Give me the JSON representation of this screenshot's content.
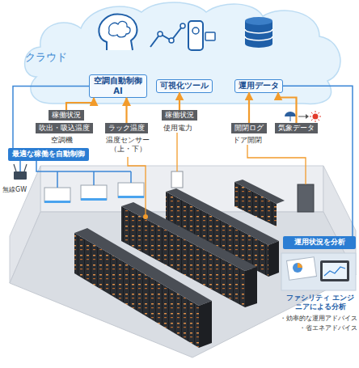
{
  "diagram": {
    "nodes": [
      {
        "text": [
          "クラウド"
        ]
      },
      {
        "text": [
          "空調自動制御 AI"
        ],
        "in": 0
      },
      {
        "text": [
          "可視化ツール"
        ],
        "in": 0
      },
      {
        "text": [
          "運用データ"
        ],
        "in": 0
      },
      {
        "text": [
          "稼働状況"
        ]
      },
      {
        "text": [
          "吹出・吸込温度"
        ]
      },
      {
        "text": [
          "ラック温度"
        ]
      },
      {
        "text": [
          "稼働状況"
        ]
      },
      {
        "text": [
          "開閉ログ"
        ]
      },
      {
        "text": [
          "気象データ"
        ]
      },
      {
        "text": [
          "最適な稼働を自動制御"
        ]
      },
      {
        "text": [
          "運用状況を分析"
        ]
      }
    ],
    "edges": [
      {
        "from": 4,
        "to": 1,
        "arrow": "to"
      },
      {
        "from": 6,
        "to": 1,
        "arrow": "to"
      },
      {
        "from": 7,
        "to": 2,
        "arrow": "to"
      },
      {
        "from": 8,
        "to": 3,
        "arrow": "to"
      },
      {
        "from": 9,
        "to": 3,
        "arrow": "to"
      },
      {
        "from": 1,
        "to": 10,
        "arrow": "none"
      },
      {
        "from": 3,
        "to": 11,
        "arrow": "none"
      }
    ],
    "labels": [
      "空調機",
      "温度センサー（上・下）",
      "使用電力",
      "ドア開閉",
      "無線GW",
      "ファシリティ エンジニアによる分析",
      "・効率的な運用アドバイス",
      "・省エネアドバイス"
    ]
  }
}
